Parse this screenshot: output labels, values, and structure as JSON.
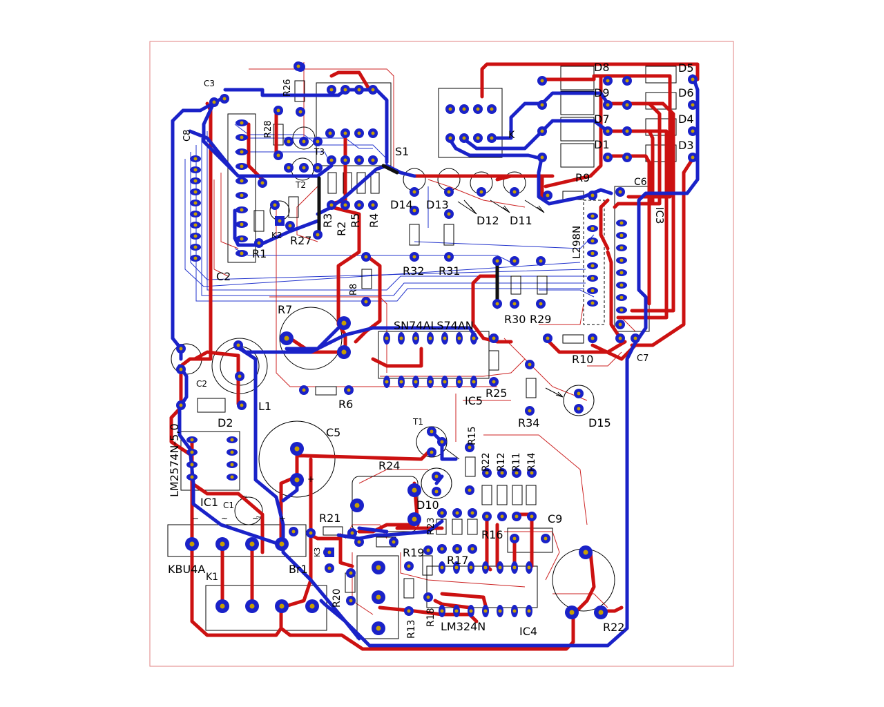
{
  "colors": {
    "background": "#ffffff",
    "board_outline": "#e08080",
    "top_copper": "#cc1111",
    "bottom_copper": "#1a22c8",
    "pad_outer": "#1a22c8",
    "pad_inner": "#c8a000",
    "silkscreen": "#000000",
    "thin_red": "#cc2222",
    "thin_blue": "#2233cc"
  },
  "labels": {
    "c3": "C3",
    "r26": "R26",
    "r28": "R28",
    "c8": "C8",
    "t3": "T3",
    "s1": "S1",
    "k": "K",
    "d8": "D8",
    "d9": "D9",
    "d7": "D7",
    "d1": "D1",
    "d5": "D5",
    "d6": "D6",
    "d4": "D4",
    "d3": "D3",
    "r9": "R9",
    "c6": "C6",
    "ic3": "IC3",
    "l298n": "L298N",
    "t2": "T2",
    "k2": "K2",
    "r27": "R27",
    "r1": "R1",
    "c2_top": "C2",
    "r3": "R3",
    "r2": "R2",
    "r5": "R5",
    "r4": "R4",
    "d14": "D14",
    "d13": "D13",
    "d12": "D12",
    "d11": "D11",
    "r32": "R32",
    "r31": "R31",
    "r30": "R30",
    "r29": "R29",
    "r8": "R8",
    "r7": "R7",
    "sn74": "SN74ALS74AN",
    "r10": "R10",
    "c7": "C7",
    "r6": "R6",
    "r25": "R25",
    "ic5": "IC5",
    "r34": "R34",
    "d15": "D15",
    "c2": "C2",
    "d2": "D2",
    "l1": "L1",
    "lm2574": "LM2574N-5,0",
    "c5": "C5",
    "t1": "T1",
    "r15": "R15",
    "r24": "R24",
    "r22": "R22",
    "r12": "R12",
    "r11": "R11",
    "r14": "R14",
    "ic1": "IC1",
    "c1": "C1",
    "d10": "D10",
    "r21": "R21",
    "r23": "R23",
    "r16": "R16",
    "r17": "R17",
    "r19": "R19",
    "c9": "C9",
    "kbu4a": "KBU4A",
    "br1": "Br1",
    "k1": "K1",
    "r20": "R20",
    "k3": "K3",
    "r13": "R13",
    "r18": "R18",
    "lm324n": "LM324N",
    "ic4": "IC4",
    "r22b": "R22"
  }
}
